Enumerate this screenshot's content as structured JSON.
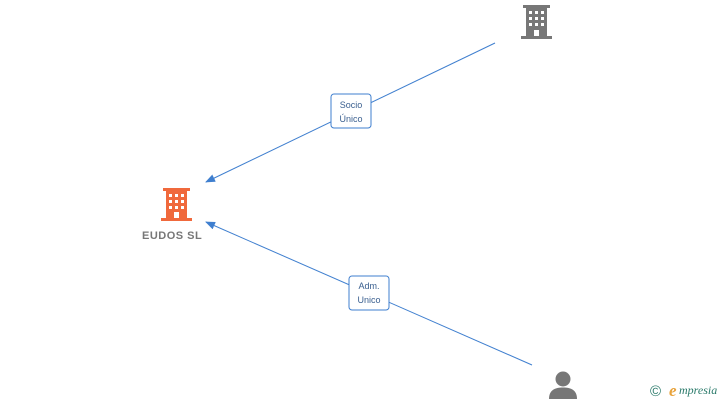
{
  "nodes": {
    "main_company": {
      "label": "EUDOS SL",
      "icon": "building-icon",
      "color": "#f0693c"
    },
    "shareholder_company": {
      "label": "",
      "icon": "building-icon",
      "color": "#777777"
    },
    "administrator_person": {
      "label": "",
      "icon": "person-icon",
      "color": "#777777"
    }
  },
  "edges": {
    "socio_unico": {
      "line1": "Socio",
      "line2": "Único",
      "color": "#3f7fcf"
    },
    "adm_unico": {
      "line1": "Adm.",
      "line2": "Unico",
      "color": "#3f7fcf"
    }
  },
  "brand": {
    "copyright_symbol": "©",
    "e_letter": "e",
    "name_rest": "mpresia"
  }
}
